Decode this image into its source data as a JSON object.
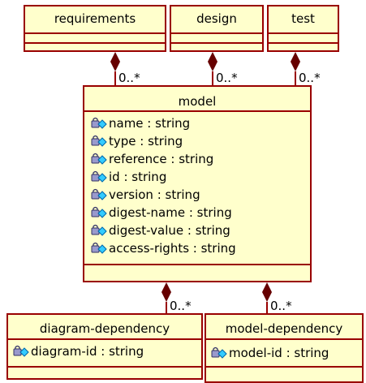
{
  "classes": {
    "requirements": {
      "name": "requirements",
      "attributes": []
    },
    "design": {
      "name": "design",
      "attributes": []
    },
    "test": {
      "name": "test",
      "attributes": []
    },
    "model": {
      "name": "model",
      "attributes": [
        "name : string",
        "type : string",
        "reference : string",
        "id : string",
        "version : string",
        "digest-name : string",
        "digest-value : string",
        "access-rights : string"
      ]
    },
    "diagram_dependency": {
      "name": "diagram-dependency",
      "attributes": [
        "diagram-id : string"
      ]
    },
    "model_dependency": {
      "name": "model-dependency",
      "attributes": [
        "model-id : string"
      ]
    }
  },
  "associations": [
    {
      "whole": "requirements",
      "part": "model",
      "kind": "composition",
      "multiplicity": "0..*"
    },
    {
      "whole": "design",
      "part": "model",
      "kind": "composition",
      "multiplicity": "0..*"
    },
    {
      "whole": "test",
      "part": "model",
      "kind": "composition",
      "multiplicity": "0..*"
    },
    {
      "whole": "model",
      "part": "diagram-dependency",
      "kind": "composition",
      "multiplicity": "0..*"
    },
    {
      "whole": "model",
      "part": "model-dependency",
      "kind": "composition",
      "multiplicity": "0..*"
    }
  ],
  "icons": {
    "attribute": "key-attribute-icon"
  },
  "colors": {
    "class_fill": "#ffffcc",
    "class_border": "#990000",
    "line": "#990000",
    "diamond": "#660000"
  }
}
